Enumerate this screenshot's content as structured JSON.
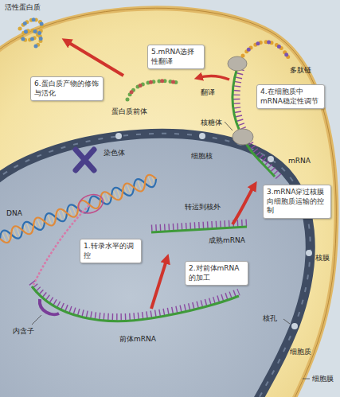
{
  "diagram": {
    "nodes": [
      {
        "text": [
          "5.mRNA选择性翻译"
        ]
      },
      {
        "text": [
          "6.蛋白质产物的修饰与活化"
        ]
      },
      {
        "text": [
          "4.在细胞质中mRNA稳定性调节"
        ]
      },
      {
        "text": [
          "3.mRNA穿过核膜向细胞质运输的控制"
        ]
      },
      {
        "text": [
          "1.转录水平的调控"
        ]
      },
      {
        "text": [
          "2.对前体mRNA的加工"
        ]
      }
    ],
    "labels": [
      "活性蛋白质",
      "多肽链",
      "蛋白质前体",
      "翻译",
      "核糖体",
      "mRNA",
      "细胞核",
      "染色体",
      "DNA",
      "转运到核外",
      "成熟mRNA",
      "核膜",
      "内含子",
      "前体mRNA",
      "核孔",
      "细胞质",
      "细胞膜"
    ]
  }
}
